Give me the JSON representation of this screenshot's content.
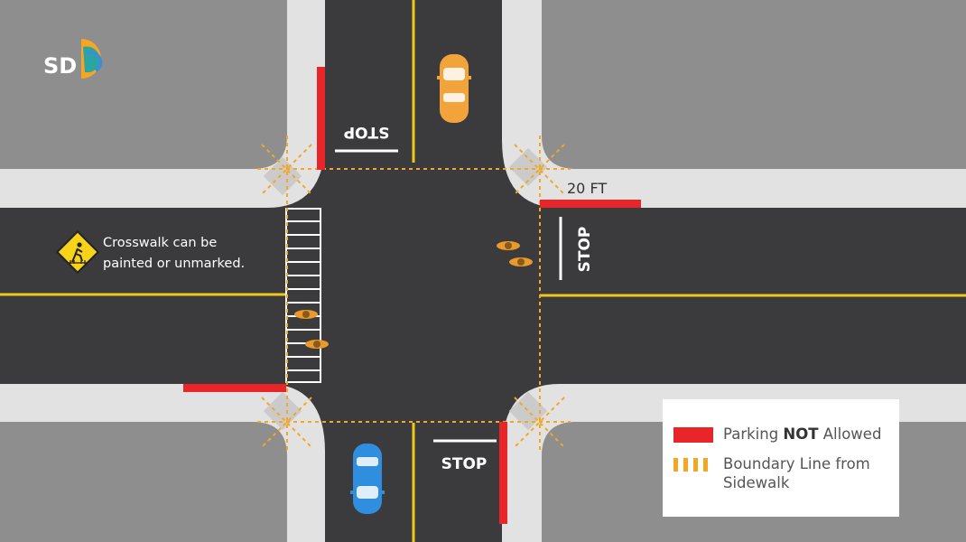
{
  "logo": {
    "text": "SD"
  },
  "labels": {
    "stop_north": "STOP",
    "stop_east": "STOP",
    "stop_south": "STOP",
    "distance": "20 FT"
  },
  "note": {
    "line1": "Crosswalk can be",
    "line2": "painted or unmarked."
  },
  "legend": {
    "parking_prefix": "Parking ",
    "parking_bold": "NOT",
    "parking_suffix": " Allowed",
    "boundary_line1": "Boundary Line from",
    "boundary_line2": "Sidewalk"
  },
  "icons": [
    "crossing-sign-icon",
    "logo-icon"
  ],
  "colors": {
    "road": "#3b3b3d",
    "sidewalk": "#e2e2e2",
    "block": "#8e8e8e",
    "center_line": "#f2c71b",
    "no_parking": "#e8262a",
    "boundary": "#f5a623",
    "car_orange": "#f2a33a",
    "car_blue": "#2f8fde"
  }
}
